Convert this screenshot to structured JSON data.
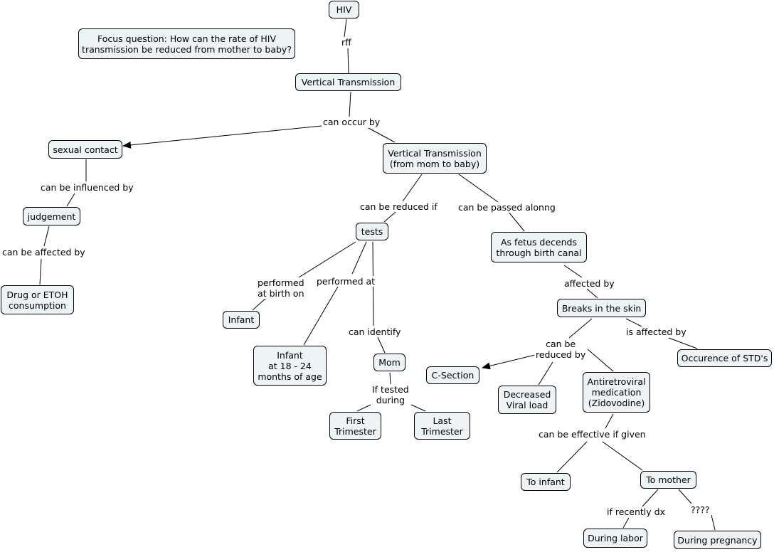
{
  "nodes": {
    "hiv": "HIV",
    "focus": "Focus question:  How can the rate of HIV\ntransmission be reduced from mother to baby?",
    "vt": "Vertical Transmission",
    "sexual": "sexual contact",
    "vt_mom": "Vertical Transmission\n(from mom to baby)",
    "judgement": "judgement",
    "drug": "Drug or ETOH\nconsumption",
    "tests": "tests",
    "fetus": "As fetus decends\nthrough birth canal",
    "infant": "Infant",
    "infant18": "Infant\nat 18 - 24\nmonths of age",
    "mom": "Mom",
    "first": "First\nTrimester",
    "last": "Last\nTrimester",
    "breaks": "Breaks in the skin",
    "std": "Occurence of STD's",
    "csection": "C-Section",
    "viral": "Decreased\nViral load",
    "arv": "Antiretroviral\nmedication\n(Zidovodine)",
    "to_infant": "To infant",
    "to_mother": "To mother",
    "labor": "During labor",
    "pregnancy": "During pregnancy"
  },
  "links": {
    "rff": "rff",
    "can_occur_by": "can occur by",
    "can_be_influenced_by": "can be influenced by",
    "can_be_affected_by": "can be affected by",
    "can_be_reduced_if": "can be reduced if",
    "can_be_passed_along": "can be passed alonng",
    "performed_at_birth_on": "performed\nat birth on",
    "performed_at": "performed at",
    "can_identify": "can identify",
    "if_tested_during": "If tested\nduring",
    "affected_by": "affected by",
    "can_be_reduced_by": "can be\nreduced by",
    "is_affected_by": "is affected by",
    "can_be_effective_if_given": "can be effective if given",
    "if_recently_dx": "if recently dx",
    "question_marks": "????"
  }
}
